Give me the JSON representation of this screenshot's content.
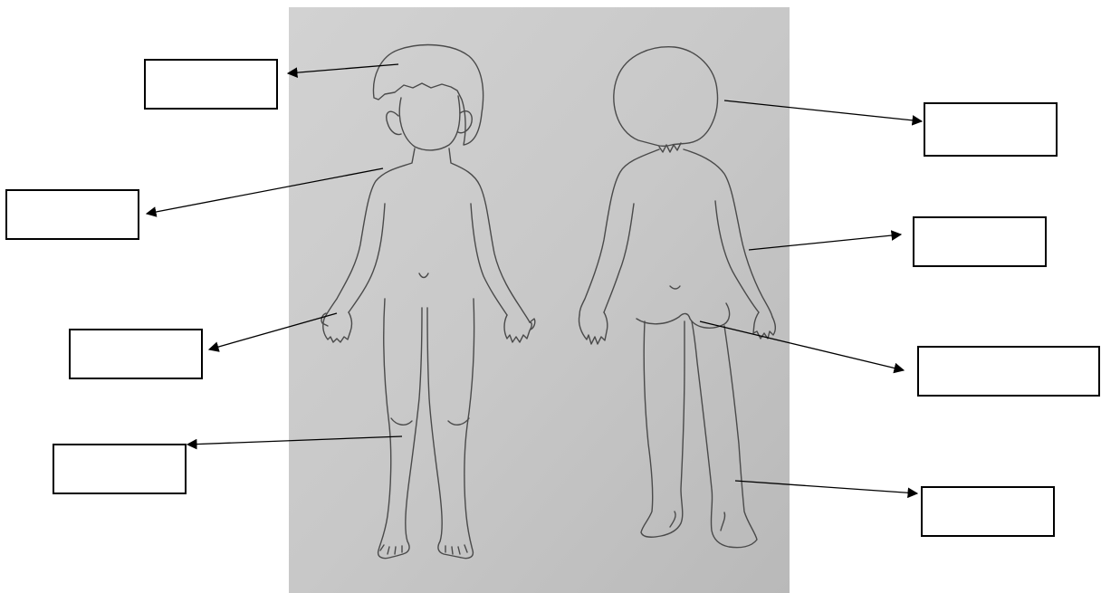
{
  "worksheet": {
    "colors": {
      "photo_paper": "#c9c9c9",
      "pencil_line": "#4a4a4a",
      "box_border": "#000000",
      "box_fill": "#ffffff",
      "arrow": "#000000"
    },
    "label_boxes": [
      {
        "id": "hair",
        "text": ""
      },
      {
        "id": "chest",
        "text": ""
      },
      {
        "id": "hand",
        "text": ""
      },
      {
        "id": "knee",
        "text": ""
      },
      {
        "id": "head-back",
        "text": ""
      },
      {
        "id": "arm",
        "text": ""
      },
      {
        "id": "bottom",
        "text": ""
      },
      {
        "id": "leg",
        "text": ""
      }
    ]
  }
}
